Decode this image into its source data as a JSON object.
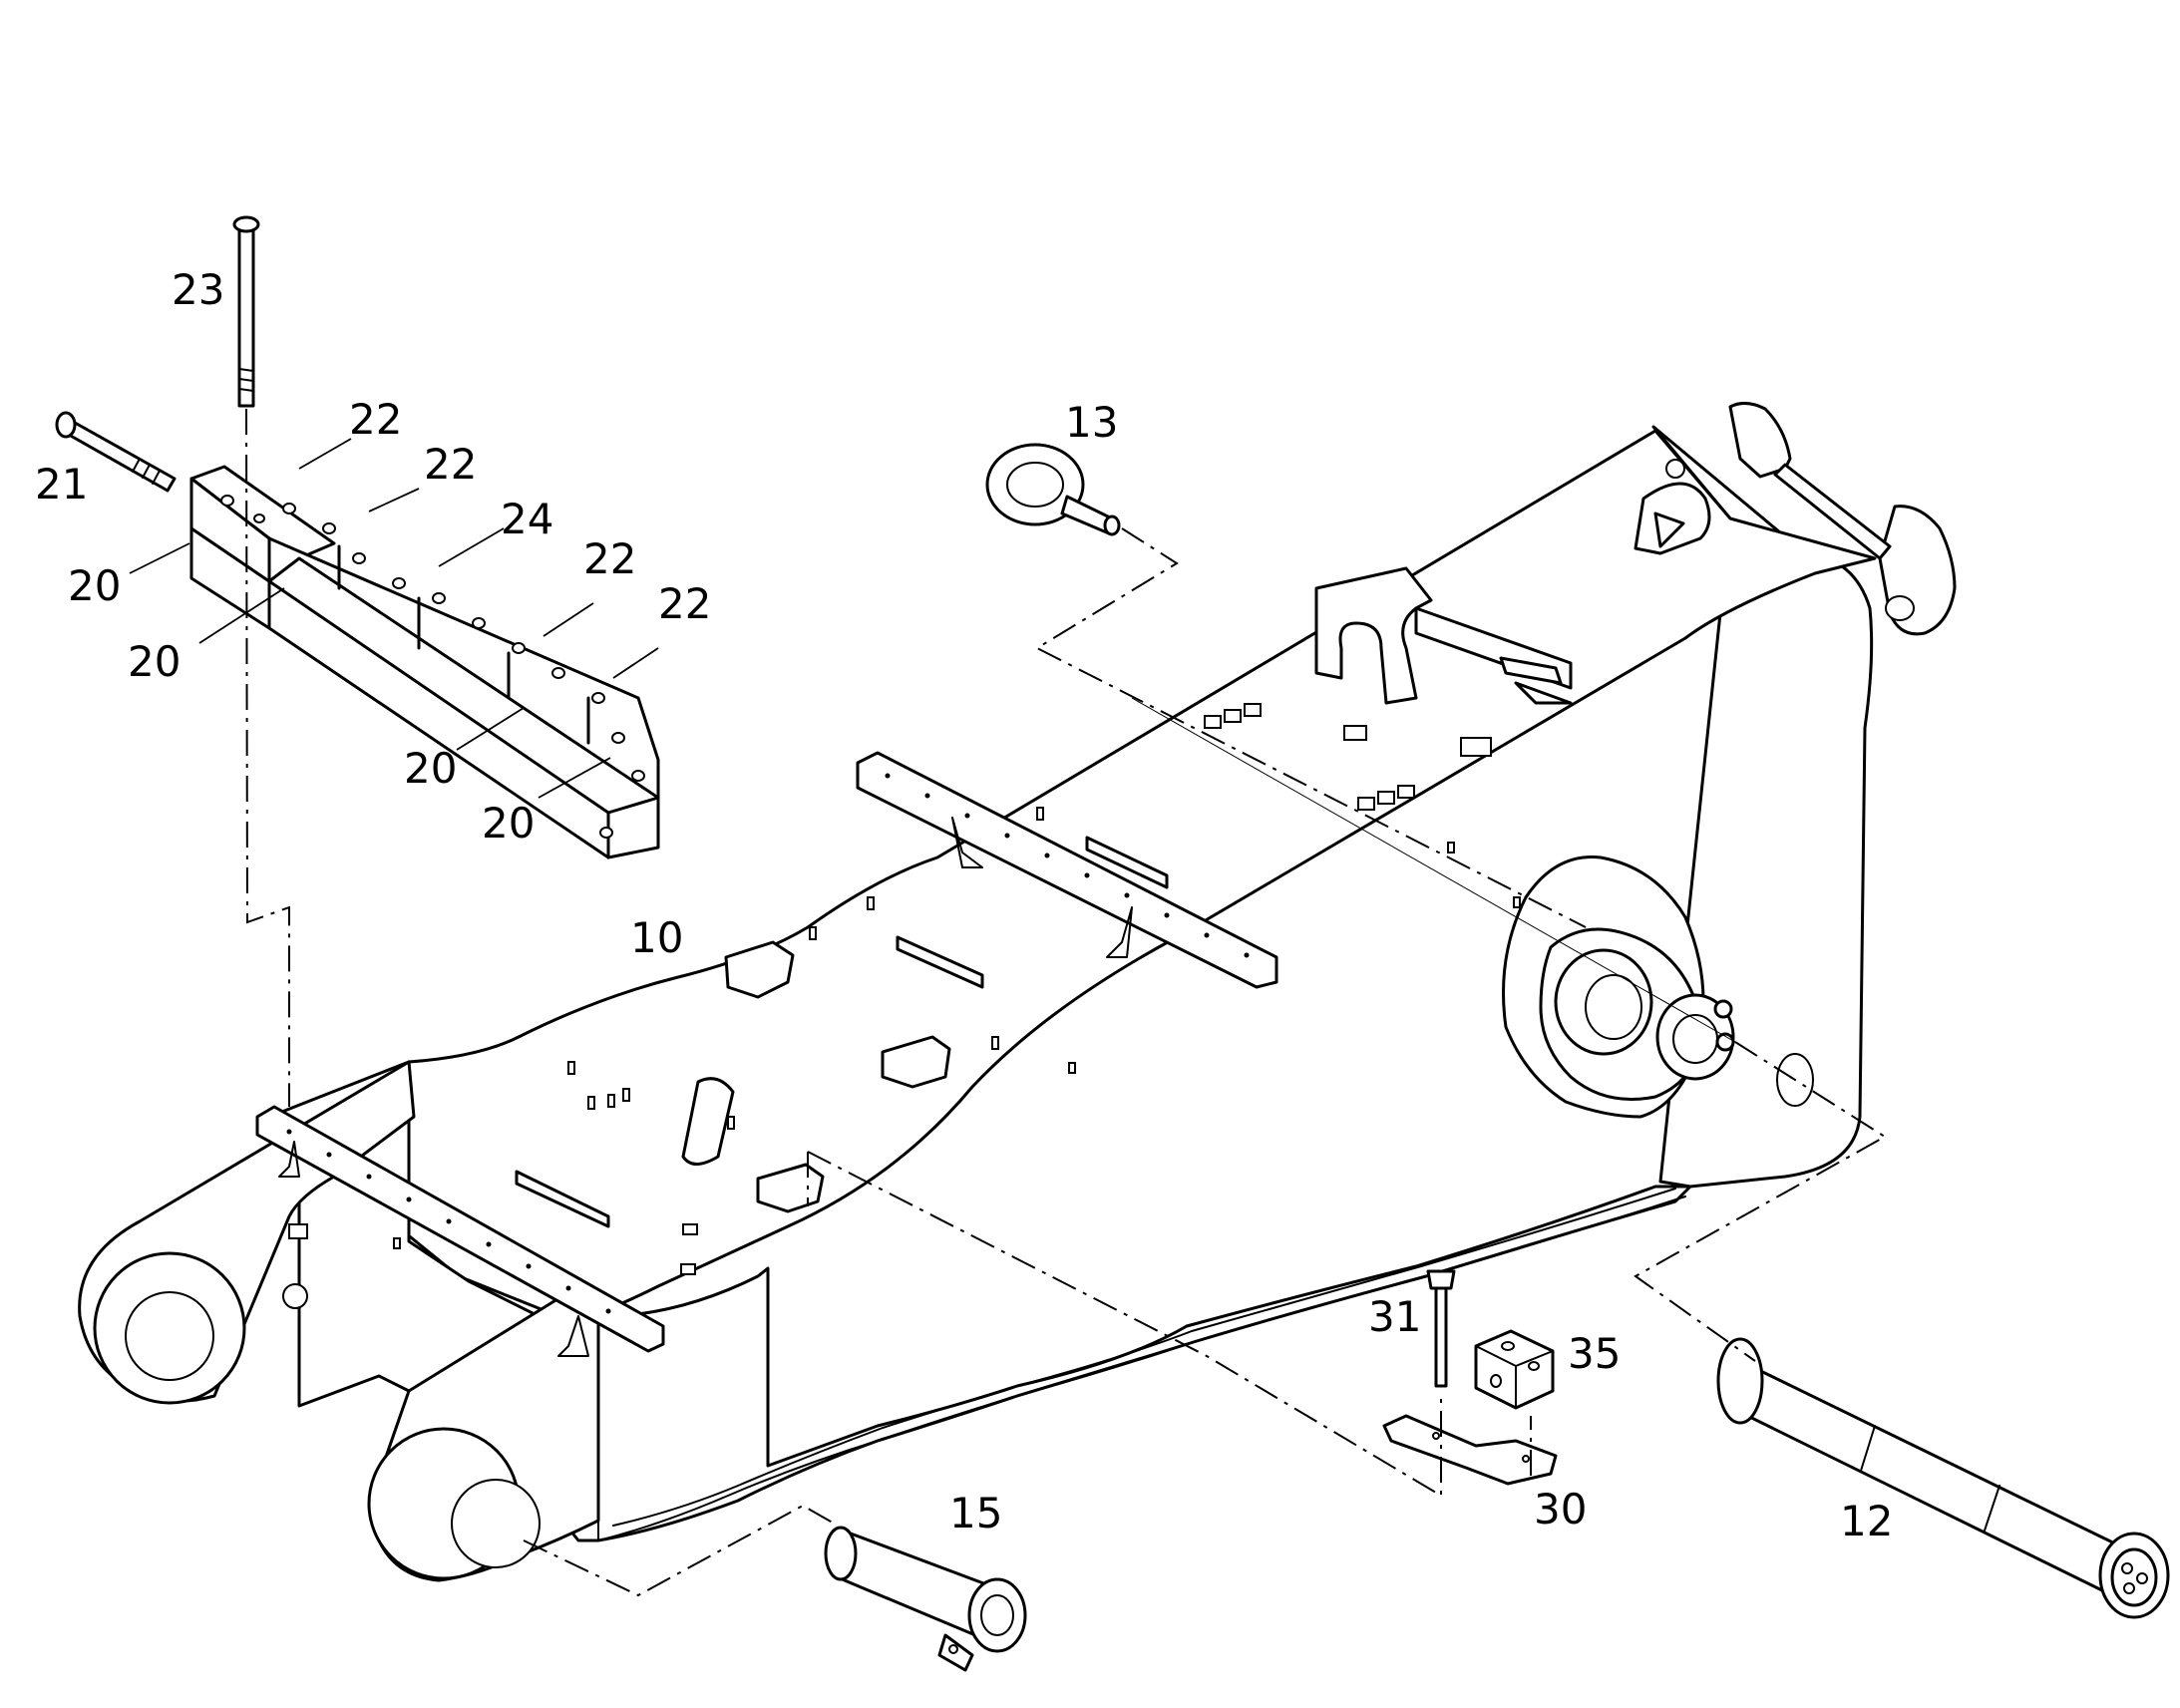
{
  "callouts": {
    "c10": "10",
    "c12": "12",
    "c13": "13",
    "c15": "15",
    "c20a": "20",
    "c20b": "20",
    "c20c": "20",
    "c20d": "20",
    "c21": "21",
    "c22a": "22",
    "c22b": "22",
    "c22c": "22",
    "c22d": "22",
    "c23": "23",
    "c24": "24",
    "c30": "30",
    "c31": "31",
    "c35": "35"
  }
}
